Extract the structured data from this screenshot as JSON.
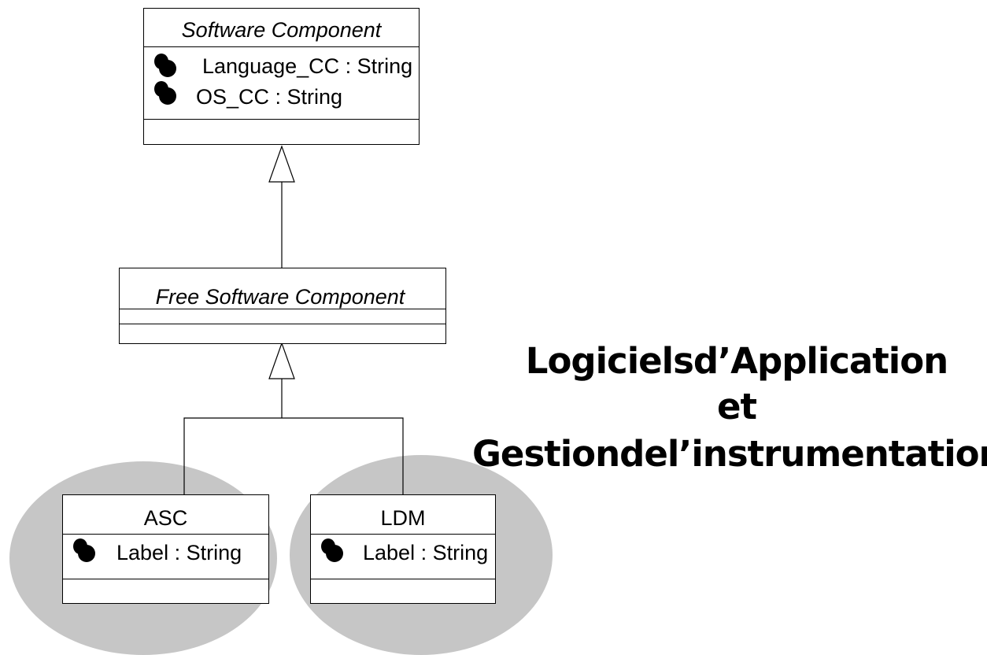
{
  "colors": {
    "ellipse_fill": "#c6c6c6",
    "line": "#000000",
    "box_fill": "#ffffff"
  },
  "diagram": {
    "software_component": {
      "title": "Software Component",
      "attributes": [
        {
          "icon": "attribute-icon",
          "text": "Language_CC : String"
        },
        {
          "icon": "attribute-icon",
          "text": "OS_CC : String"
        }
      ]
    },
    "free_software_component": {
      "title": "Free Software Component"
    },
    "asc": {
      "title": "ASC",
      "attributes": [
        {
          "icon": "attribute-icon",
          "text": "Label : String"
        }
      ]
    },
    "ldm": {
      "title": "LDM",
      "attributes": [
        {
          "icon": "attribute-icon",
          "text": "Label : String"
        }
      ]
    }
  },
  "heading": {
    "line1": "Logicielsd’Application",
    "line2": "et",
    "line3": "Gestiondel’instrumentation"
  }
}
